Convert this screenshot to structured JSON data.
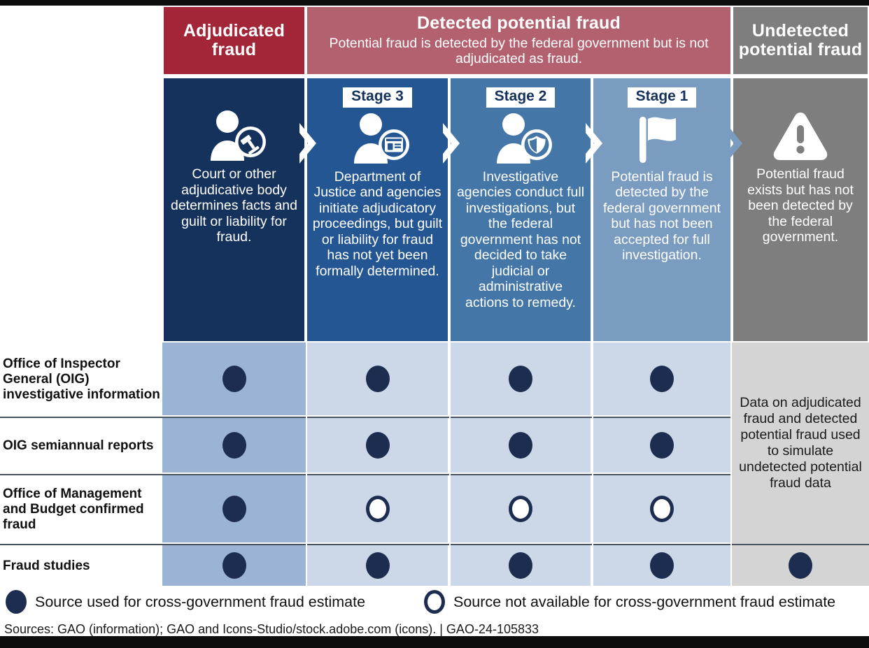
{
  "headers": [
    {
      "id": "adjudicated",
      "title": "Adjudicated fraud",
      "subtitle": "",
      "color": "#a32638"
    },
    {
      "id": "detected",
      "title": "Detected potential fraud",
      "subtitle": "Potential fraud is detected by the federal government but is not adjudicated as fraud.",
      "color": "#b4616f"
    },
    {
      "id": "undetected",
      "title": "Undetected potential fraud",
      "subtitle": "",
      "color": "#7e7e7e"
    }
  ],
  "columns": [
    {
      "id": "adjudicated",
      "stage_label": "",
      "icon": "person-gavel-icon",
      "description": "Court or other adjudicative body determines facts and guilt or liability for fraud.",
      "color": "#15325c"
    },
    {
      "id": "stage3",
      "stage_label": "Stage 3",
      "icon": "person-id-card-icon",
      "description": "Department of Justice and agencies initiate adjudicatory proceedings, but guilt or liability for fraud has not yet been formally determined.",
      "color": "#245693"
    },
    {
      "id": "stage2",
      "stage_label": "Stage 2",
      "icon": "person-shield-icon",
      "description": "Investigative agencies conduct full investigations, but the federal government has not decided to take judicial or administrative actions to remedy.",
      "color": "#4477a8"
    },
    {
      "id": "stage1",
      "stage_label": "Stage 1",
      "icon": "flag-icon",
      "description": "Potential fraud is detected by the federal government but has not been accepted for full investigation.",
      "color": "#7a9cc0"
    },
    {
      "id": "undetected",
      "stage_label": "",
      "icon": "warning-triangle-icon",
      "description": "Potential fraud exists but has not been detected by the federal government.",
      "color": "#7e7e7e"
    }
  ],
  "matrix": {
    "row_labels": [
      "Office of Inspector General (OIG) investigative information",
      "OIG semiannual reports",
      "Office of Management and Budget confirmed fraud",
      "Fraud studies"
    ],
    "rows": [
      {
        "label": "Office of Inspector General (OIG) investigative information",
        "cells": [
          "filled",
          "filled",
          "filled",
          "filled",
          "none"
        ]
      },
      {
        "label": "OIG semiannual reports",
        "cells": [
          "filled",
          "filled",
          "filled",
          "filled",
          "none"
        ]
      },
      {
        "label": "Office of Management and Budget confirmed fraud",
        "cells": [
          "filled",
          "open",
          "open",
          "open",
          "none"
        ]
      },
      {
        "label": "Fraud studies",
        "cells": [
          "filled",
          "filled",
          "filled",
          "filled",
          "filled"
        ]
      }
    ],
    "undetected_note": "Data on adjudicated fraud and detected potential fraud used to simulate undetected potential fraud data"
  },
  "legend": [
    {
      "marker": "filled",
      "text": "Source used for cross-government fraud estimate"
    },
    {
      "marker": "open",
      "text": "Source not available for cross-government fraud estimate"
    }
  ],
  "footer": {
    "sources": "Sources: GAO (information); GAO and Icons-Studio/stock.adobe.com (icons).  |  GAO-24-105833"
  },
  "colors": {
    "maroon_dark": "#a32638",
    "maroon_light": "#b4616f",
    "grey": "#7e7e7e",
    "navy": "#15325c",
    "dot_navy": "#1d2d50",
    "matrix_col1": "#9cb4d3",
    "matrix_col2": "#ccd8e8",
    "matrix_grey": "#d4d4d4"
  }
}
